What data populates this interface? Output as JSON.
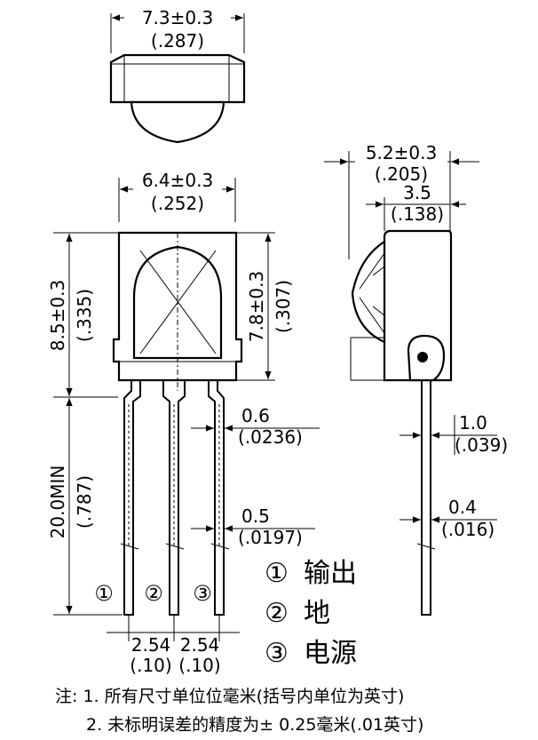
{
  "top_view": {
    "width_mm": "7.3±0.3",
    "width_in": "(.287)"
  },
  "front_view": {
    "width_mm": "6.4±0.3",
    "width_in": "(.252)",
    "left_height_mm": "8.5±0.3",
    "left_height_in": "(.335)",
    "right_height_mm": "7.8±0.3",
    "right_height_in": "(.307)",
    "lead_length_mm": "20.0MIN",
    "lead_length_in": "(.787)",
    "lead_width_mm": "0.6",
    "lead_width_in": "(.0236)",
    "lead_thickness_mm": "0.5",
    "lead_thickness_in": "(.0197)",
    "pitch_left_mm": "2.54",
    "pitch_left_in": "(.10)",
    "pitch_right_mm": "2.54",
    "pitch_right_in": "(.10)",
    "pin_labels": [
      "①",
      "②",
      "③"
    ]
  },
  "side_view": {
    "depth_mm": "5.2±0.3",
    "depth_in": "(.205)",
    "lens_mm": "3.5",
    "lens_in": "(.138)",
    "offset_mm": "1.0",
    "offset_in": "(.039)",
    "lead_mm": "0.4",
    "lead_in": "(.016)"
  },
  "legend": [
    {
      "num": "①",
      "label": "输出"
    },
    {
      "num": "②",
      "label": "地"
    },
    {
      "num": "③",
      "label": "电源"
    }
  ],
  "notes": {
    "line1": "注: 1. 所有尺寸单位位毫米(括号内单位为英寸)",
    "line2": "2. 未标明误差的精度为± 0.25毫米(.01英寸)"
  }
}
